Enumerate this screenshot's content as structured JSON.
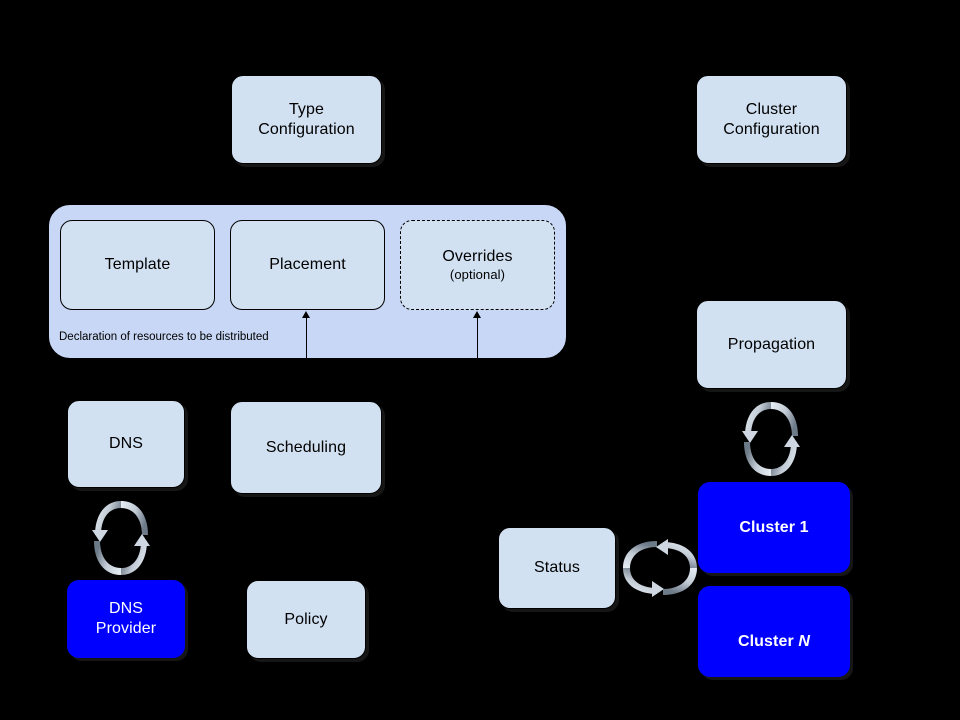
{
  "diagram": {
    "title": "Kubernetes Federation architecture diagram",
    "background_color": "#000000",
    "node_fill": "#d2e1f2",
    "group_fill": "#c7d7f5",
    "cluster_fill": "#0000ff",
    "text_color": "#000000",
    "cluster_text_color": "#ffffff"
  },
  "nodes": {
    "type_configuration": {
      "label": "Type\nConfiguration"
    },
    "cluster_configuration": {
      "label": "Cluster\nConfiguration"
    },
    "template": {
      "label": "Template"
    },
    "placement": {
      "label": "Placement"
    },
    "overrides": {
      "label": "Overrides",
      "sublabel": "(optional)"
    },
    "group_caption": {
      "label": "Declaration of resources to be distributed"
    },
    "dns": {
      "label": "DNS"
    },
    "scheduling": {
      "label": "Scheduling"
    },
    "dns_provider": {
      "label": "DNS\nProvider"
    },
    "policy": {
      "label": "Policy"
    },
    "propagation": {
      "label": "Propagation"
    },
    "status": {
      "label": "Status"
    },
    "cluster_1": {
      "label": "Cluster 1"
    },
    "cluster_n_prefix": {
      "label": "Cluster "
    },
    "cluster_n_suffix": {
      "label": "N"
    }
  },
  "icons": {
    "sync_dns": "sync-arrows-icon",
    "sync_propagation": "sync-arrows-icon",
    "sync_status": "sync-arrows-icon"
  },
  "connectors": [
    {
      "name": "type-config-to-template",
      "style": "solid",
      "direction": "down"
    },
    {
      "name": "type-config-to-placement",
      "style": "solid",
      "direction": "down"
    },
    {
      "name": "type-config-to-overrides",
      "style": "dashed",
      "direction": "down"
    },
    {
      "name": "scheduling-to-placement",
      "style": "solid",
      "direction": "up"
    },
    {
      "name": "policy-to-overrides",
      "style": "solid",
      "direction": "up"
    }
  ]
}
